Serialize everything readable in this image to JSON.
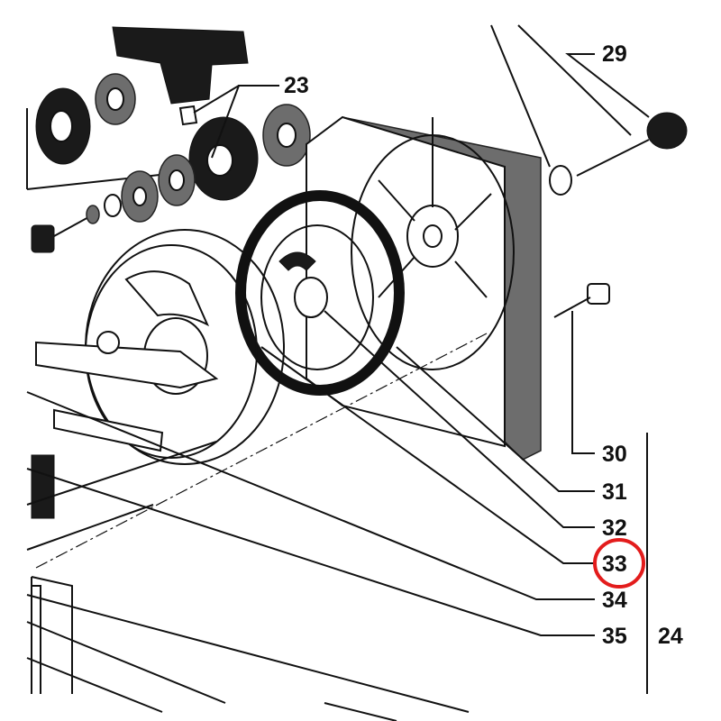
{
  "callouts": {
    "n23": "23",
    "n29": "29",
    "n30": "30",
    "n31": "31",
    "n32": "32",
    "n33": "33",
    "n34": "34",
    "n35": "35",
    "n24": "24"
  },
  "highlight": {
    "label": "33",
    "color": "#e31c1c"
  }
}
